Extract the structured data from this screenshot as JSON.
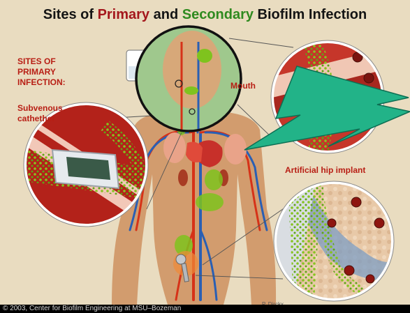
{
  "title": {
    "part1": "Sites of ",
    "primary": "Primary",
    "part2": " and ",
    "secondary": "Secondary",
    "part3": " Biofilm Infection"
  },
  "labels": {
    "sites_of_primary_infection": "SITES OF PRIMARY INFECTION:",
    "subvenous_catheter": "Subvenous cathether",
    "mouth": "Mouth",
    "artificial_hip_implant": "Artificial hip implant",
    "artist": "P. Dirckx"
  },
  "footer": {
    "copyright": "© 2003, Center for Biofilm Engineering at MSU–Bozeman"
  },
  "colors": {
    "background": "#e9dcc0",
    "primary_red": "#a4171c",
    "secondary_green": "#2f8a1f",
    "label_red": "#b81e14",
    "artery": "#d63218",
    "vein": "#2a5fb4",
    "biofilm": "#7fc31e",
    "lightning": "#22b388",
    "body": "#d29c6e"
  }
}
